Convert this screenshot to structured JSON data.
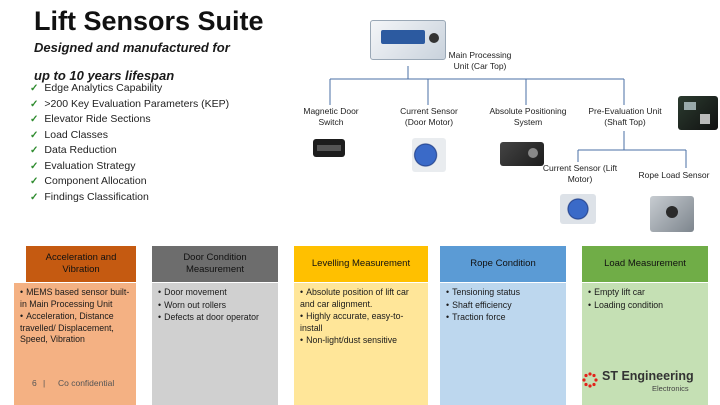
{
  "title": "Lift Sensors Suite",
  "subtitle": "Designed and manufactured for",
  "subtitle2": "up to 10 years lifespan",
  "checklist": [
    "Edge Analytics Capability",
    ">200 Key Evaluation Parameters (KEP)",
    "Elevator Ride Sections",
    "Load Classes",
    "Data Reduction",
    "Evaluation Strategy",
    "Component Allocation",
    "Findings Classification"
  ],
  "tree": {
    "main_unit": "Main Processing Unit (Car Top)",
    "nodes": {
      "magnetic_switch": "Magnetic Door Switch",
      "current_door": "Current Sensor (Door Motor)",
      "absolute_position": "Absolute Positioning System",
      "pre_eval": "Pre-Evaluation Unit (Shaft Top)",
      "current_lift": "Current Sensor (Lift Motor)",
      "rope_load": "Rope Load Sensor"
    }
  },
  "cards": [
    {
      "header": "Acceleration and Vibration",
      "items": [
        "MEMS based sensor built-in Main Processing Unit",
        "Acceleration, Distance travelled/ Displacement, Speed, Vibration"
      ],
      "header_color": "#c55a11",
      "body_color": "#f4b183"
    },
    {
      "header": "Door Condition Measurement",
      "items": [
        "Door movement",
        "Worn out rollers",
        "Defects at door operator"
      ],
      "header_color": "#6d6d6d",
      "body_color": "#d0d0d0"
    },
    {
      "header": "Levelling Measurement",
      "items": [
        "Absolute position of lift car and car alignment.",
        "Highly accurate, easy-to-install",
        "Non-light/dust sensitive"
      ],
      "header_color": "#ffc000",
      "body_color": "#ffe699"
    },
    {
      "header": "Rope Condition",
      "items": [
        "Tensioning status",
        "Shaft efficiency",
        "Traction force"
      ],
      "header_color": "#5b9bd5",
      "body_color": "#bdd7ee"
    },
    {
      "header": "Load Measurement",
      "items": [
        "Empty lift car",
        "Loading condition"
      ],
      "header_color": "#70ad47",
      "body_color": "#c5e0b4"
    }
  ],
  "footer": {
    "page": "6",
    "confidential": "Co confidential",
    "logo_text": "ST Engineering",
    "logo_sub": "Electronics",
    "logo_color": "#e2231a"
  }
}
